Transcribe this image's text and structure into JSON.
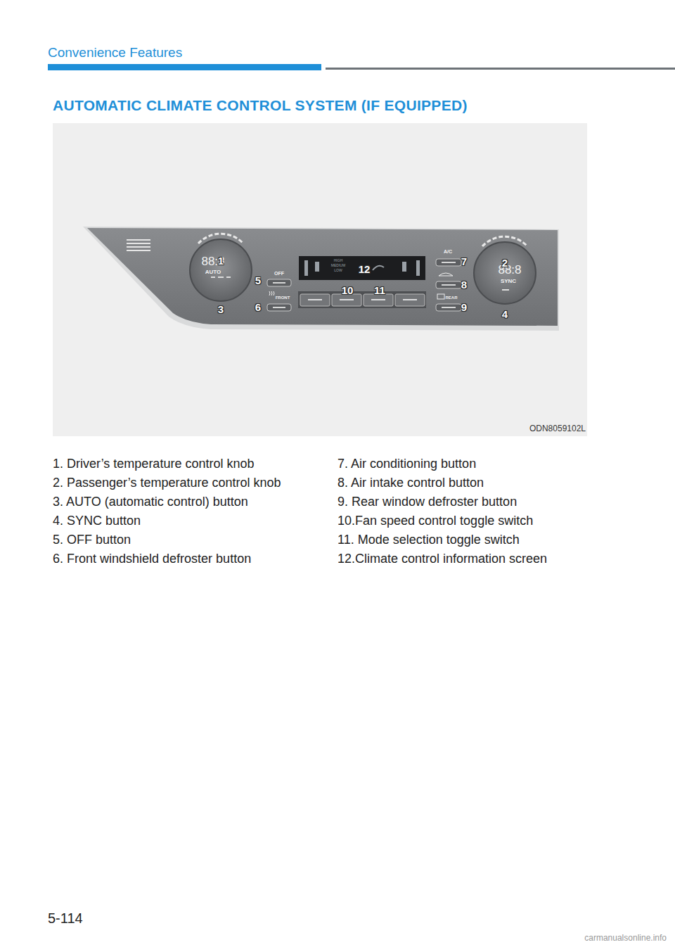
{
  "diagram": {
    "title": "AUTOMATIC CLIMATE CONTROL SYSTEM (IF EQUIPPED)",
    "labels": [
      "Convenience Features",
      "ODN8059102L",
      "88:8",
      "AUTO",
      "OFF",
      "FRONT",
      "HIGH",
      "MEDIUM",
      "LOW",
      "A/C",
      "REAR",
      "88:8",
      "SYNC",
      "1",
      "2",
      "3",
      "4",
      "5",
      "6",
      "7",
      "8",
      "9",
      "10",
      "11",
      "12",
      "1. Driver’s temperature control knob",
      "2. Passenger’s temperature control knob",
      "3. AUTO (automatic control) button",
      "4. SYNC button",
      "5. OFF button",
      "6. Front windshield defroster button",
      "7. Air conditioning button",
      "8. Air intake control button",
      "9. Rear window defroster button",
      "10.Fan speed control toggle switch",
      "11. Mode selection toggle switch",
      "12.Climate control information screen",
      "5-114",
      "carmanualsonline.info"
    ]
  }
}
